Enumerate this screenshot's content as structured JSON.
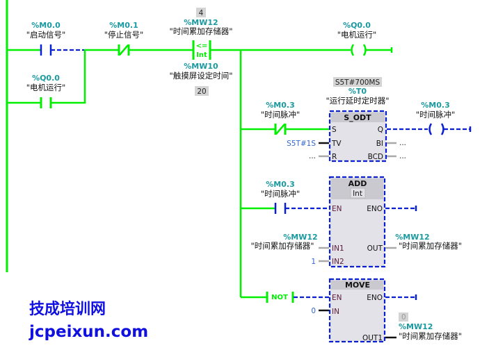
{
  "network": {
    "contacts": {
      "start": {
        "address": "%M0.0",
        "symbol": "\"启动信号\"",
        "type": "NO"
      },
      "stop": {
        "address": "%M0.1",
        "symbol": "\"停止信号\"",
        "type": "NC"
      },
      "hold": {
        "address": "%Q0.0",
        "symbol": "\"电机运行\"",
        "type": "NO"
      }
    },
    "compare": {
      "operator": "<=",
      "datatype": "Int",
      "in1": {
        "live_value": "4",
        "address": "%MW12",
        "symbol": "\"时间累加存储器\""
      },
      "in2": {
        "live_value": "20",
        "address": "%MW10",
        "symbol": "\"触摸屏设定时间\""
      }
    },
    "motor_coil": {
      "address": "%Q0.0",
      "symbol": "\"电机运行\""
    },
    "timer": {
      "live_value": "S5T#700MS",
      "address": "%T0",
      "symbol": "\"运行延时定时器\"",
      "name": "S_ODT",
      "pins_left": [
        "S",
        "TV",
        "R"
      ],
      "pins_right": [
        "Q",
        "BI",
        "BCD"
      ],
      "tv_value": "S5T#1S",
      "r_value": "...",
      "bi_value": "...",
      "bcd_value": "...",
      "input_contact": {
        "address": "%M0.3",
        "symbol": "\"时间脉冲\"",
        "type": "NC"
      },
      "output_coil": {
        "address": "%M0.3",
        "symbol": "\"时间脉冲\""
      }
    },
    "add": {
      "name": "ADD",
      "datatype": "Int",
      "pin_en": "EN",
      "pin_eno": "ENO",
      "pin_in1": "IN1",
      "pin_in2": "IN2",
      "pin_out": "OUT",
      "contact": {
        "address": "%M0.3",
        "symbol": "\"时间脉冲\"",
        "type": "NO"
      },
      "in1": {
        "address": "%MW12",
        "symbol": "\"时间累加存储器\""
      },
      "in2_value": "1",
      "out": {
        "address": "%MW12",
        "symbol": "\"时间累加存储器\""
      }
    },
    "move": {
      "name": "MOVE",
      "pin_en": "EN",
      "pin_eno": "ENO",
      "pin_in": "IN",
      "pin_out": "OUT1",
      "not_label": "NOT",
      "in_value": "0",
      "out": {
        "live_value": "0",
        "address": "%MW12",
        "symbol": "\"时间累加存储器\""
      }
    }
  },
  "watermark": {
    "title": "技成培训网",
    "url": "jcpeixun.com"
  }
}
